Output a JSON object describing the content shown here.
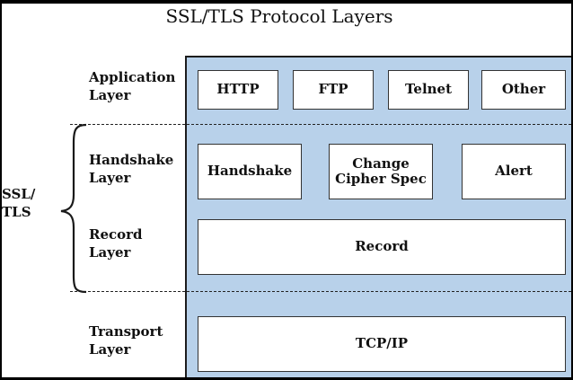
{
  "title": "SSL/TLS Protocol Layers",
  "layers": {
    "application": [
      "Application",
      "Layer"
    ],
    "handshake": [
      "Handshake",
      "Layer"
    ],
    "record": [
      "Record",
      "Layer"
    ],
    "transport": [
      "Transport",
      "Layer"
    ]
  },
  "group_label": [
    "SSL/",
    "TLS"
  ],
  "boxes": {
    "http": "HTTP",
    "ftp": "FTP",
    "telnet": "Telnet",
    "other": "Other",
    "handshake": "Handshake",
    "change_cipher_spec": [
      "Change",
      "Cipher Spec"
    ],
    "alert": "Alert",
    "record": "Record",
    "tcpip": "TCP/IP"
  },
  "colors": {
    "panel": "#b8d1ea",
    "box": "#ffffff"
  }
}
